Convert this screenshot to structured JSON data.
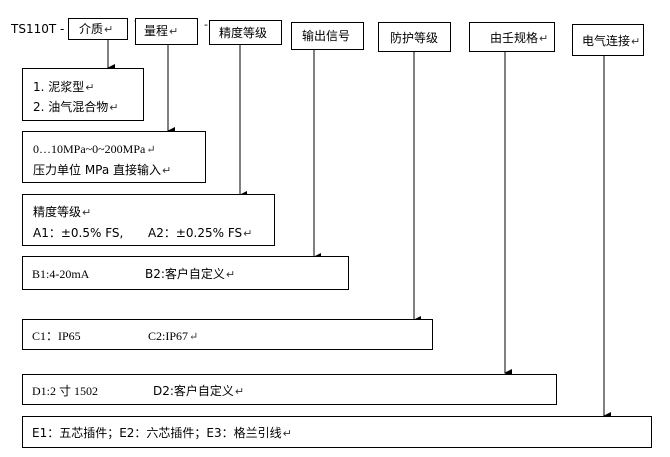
{
  "model": "TS110T -",
  "header": {
    "medium": "介质",
    "range": "量程",
    "accuracy": "精度等级",
    "output": "输出信号",
    "protection": "防护等级",
    "custom": "由壬规格",
    "connection": "电气连接"
  },
  "separators": [
    "-",
    "-"
  ],
  "medium_options": [
    "1.   泥浆型",
    "2.   油气混合物"
  ],
  "range_box": {
    "line1": "0…10MPa~0~200MPa",
    "line2": "压力单位 MPa  直接输入"
  },
  "accuracy_box": {
    "title": "精度等级",
    "a1": "A1：±0.5% FS,",
    "a2": "A2：±0.25% FS"
  },
  "output_box": {
    "b1": "B1:4-20mA",
    "b2": "B2:客户自定义"
  },
  "protection_box": {
    "c1": "C1：IP65",
    "c2": "C2:IP67"
  },
  "custom_box": {
    "d1": "D1:2 寸 1502",
    "d2": "D2:客户自定义"
  },
  "connection_box": {
    "text": "E1：五芯插件；E2：六芯插件；E3：格兰引线"
  },
  "paragraph_mark": "↵"
}
